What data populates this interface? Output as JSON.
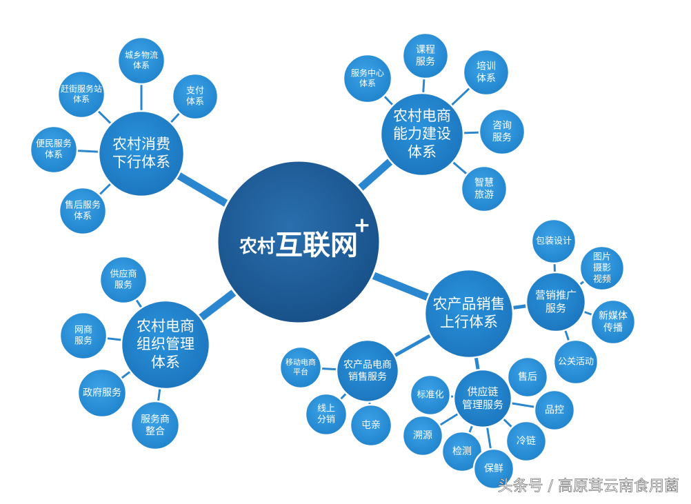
{
  "center": {
    "prefix": "农村",
    "main": "互联网",
    "sup": "+"
  },
  "hubs": {
    "consumption": [
      "农村消费",
      "下行体系"
    ],
    "capacity": [
      "农村电商",
      "能力建设",
      "体系"
    ],
    "organization": [
      "农村电商",
      "组织管理",
      "体系"
    ],
    "sales": [
      "农产品销售",
      "上行体系"
    ],
    "marketing": [
      "营销推广",
      "服务"
    ],
    "ecommerce_sales": [
      "农产品电商",
      "销售服务"
    ],
    "supply_chain": [
      "供应链",
      "管理服务"
    ]
  },
  "leaves": {
    "urban_rural_logistics": [
      "城乡物流",
      "体系"
    ],
    "street_station": [
      "赶街服务站",
      "体系"
    ],
    "payment": [
      "支付",
      "体系"
    ],
    "convenience_service": [
      "便民服务",
      "体系"
    ],
    "after_sales": [
      "售后服务",
      "体系"
    ],
    "service_center": [
      "服务中心",
      "体系"
    ],
    "course_service": [
      "课程",
      "服务"
    ],
    "training": [
      "培训",
      "体系"
    ],
    "consulting": [
      "咨询",
      "服务"
    ],
    "smart_tourism": [
      "智慧",
      "旅游"
    ],
    "supplier_service": [
      "供应商",
      "服务"
    ],
    "online_merchant": [
      "网商",
      "服务"
    ],
    "government_service": [
      "政府服务"
    ],
    "service_provider_integration": [
      "服务商",
      "整合"
    ],
    "packaging_design": [
      "包装设计"
    ],
    "photo_video": [
      "图片",
      "摄影",
      "视频"
    ],
    "new_media": [
      "新媒体",
      "传播"
    ],
    "pr_activity": [
      "公关活动"
    ],
    "mobile_platform": [
      "移动电商",
      "平台"
    ],
    "online_distribution": [
      "线上",
      "分销"
    ],
    "tunqin": [
      "屯亲"
    ],
    "standardization": [
      "标准化"
    ],
    "after_sale": [
      "售后"
    ],
    "quality_control": [
      "品控"
    ],
    "traceability": [
      "溯源"
    ],
    "inspection": [
      "检测"
    ],
    "cold_chain": [
      "冷链"
    ],
    "preservation": [
      "保鲜"
    ]
  },
  "watermark": "头条号 / 高原茸云南食用菌",
  "colors": {
    "center": "#1c5a97",
    "hub": "#1f7ec6",
    "leaf": "#2a8fd6",
    "line": "#2a86cf",
    "background": "#ffffff"
  }
}
